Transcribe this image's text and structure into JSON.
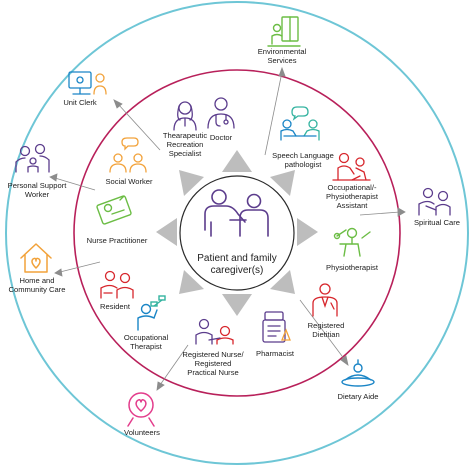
{
  "center": {
    "label_line1": "Patient and family",
    "label_line2": "caregiver(s)"
  },
  "colors": {
    "outer_ring": "#6ec6d6",
    "inner_ring": "#b8205a",
    "arrow": "#8c8c8c",
    "green": "#6cbd45",
    "purple": "#5b3c8c",
    "orange": "#f2a23a",
    "blue": "#1a85c6",
    "red": "#d7262c",
    "teal": "#34b3a0",
    "pink": "#e33d8c"
  },
  "inner": {
    "therapeutic": {
      "l1": "Thearapeutic",
      "l2": "Recreation",
      "l3": "Specialist"
    },
    "doctor": {
      "l1": "Doctor"
    },
    "speech": {
      "l1": "Speech Language",
      "l2": "pathologist"
    },
    "occ_physio": {
      "l1": "Occupational/-",
      "l2": "Physiotherapist",
      "l3": "Assistant"
    },
    "physio": {
      "l1": "Physiotherapist"
    },
    "dietitian": {
      "l1": "Registered",
      "l2": "Dietitian"
    },
    "pharmacist": {
      "l1": "Pharmacist"
    },
    "rn": {
      "l1": "Registered Nurse/",
      "l2": "Registered",
      "l3": "Practical Nurse"
    },
    "ot": {
      "l1": "Occupational",
      "l2": "Therapist"
    },
    "resident": {
      "l1": "Resident"
    },
    "np": {
      "l1": "Nurse Practitioner"
    },
    "social": {
      "l1": "Social Worker"
    }
  },
  "outer": {
    "env": {
      "l1": "Environmental",
      "l2": "Services"
    },
    "unit_clerk": {
      "l1": "Unit Clerk"
    },
    "psw": {
      "l1": "Personal Support",
      "l2": "Worker"
    },
    "home": {
      "l1": "Home and",
      "l2": "Community Care"
    },
    "volunteers": {
      "l1": "Volunteers"
    },
    "dietary": {
      "l1": "Dietary Aide"
    },
    "spiritual": {
      "l1": "Spiritual Care"
    }
  }
}
